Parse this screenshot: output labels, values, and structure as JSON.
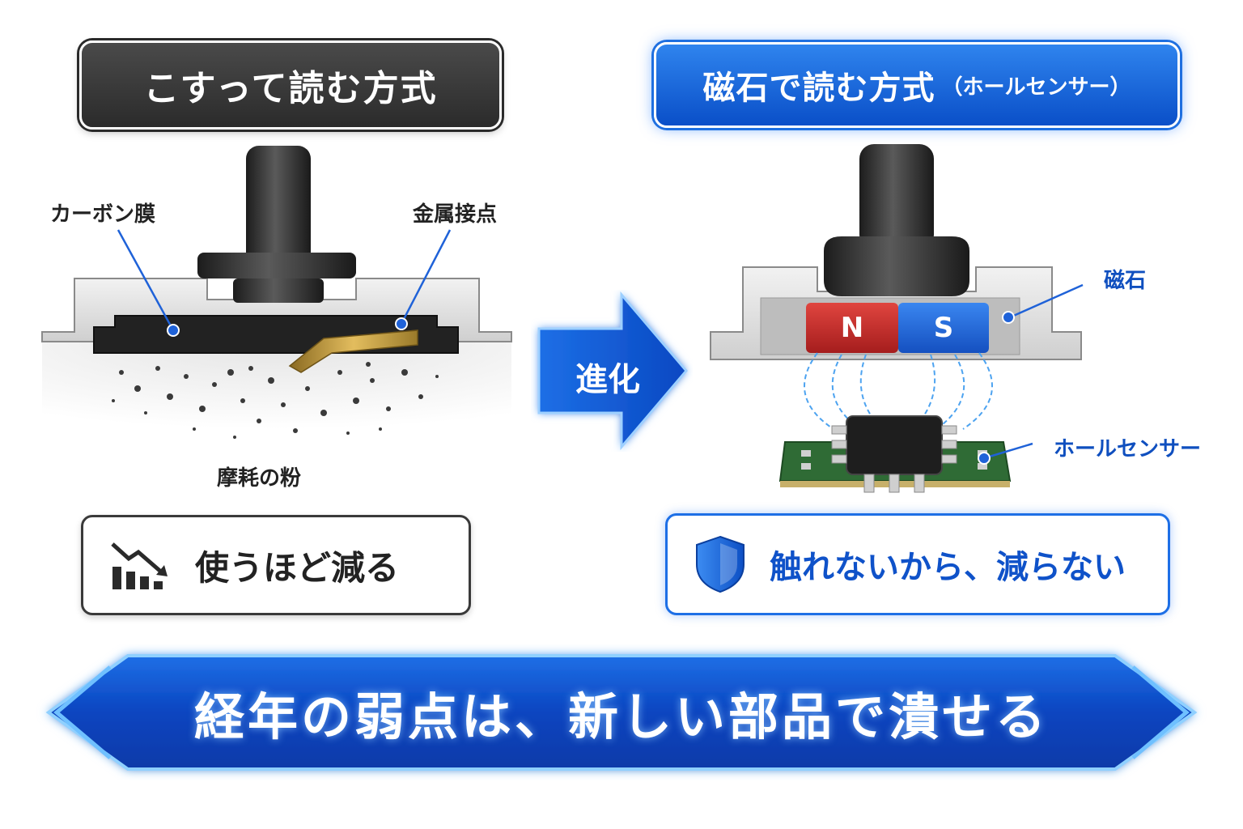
{
  "left_panel": {
    "title": "こすって読む方式",
    "labels": {
      "carbon_film": "カーボン膜",
      "metal_contact": "金属接点",
      "wear_powder": "摩耗の粉"
    },
    "result": "使うほど減る"
  },
  "arrow": {
    "label": "進化"
  },
  "right_panel": {
    "title_main": "磁石で読む方式",
    "title_sub": "（ホールセンサー）",
    "labels": {
      "magnet": "磁石",
      "hall_sensor": "ホールセンサー"
    },
    "magnet_poles": {
      "north": "N",
      "south": "S"
    },
    "result": "触れないから、減らない"
  },
  "banner": {
    "text": "経年の弱点は、新しい部品で潰せる"
  },
  "colors": {
    "accent_blue": "#0f52c9",
    "dark_gray": "#2b2b2b",
    "north_red": "#c8282a",
    "south_blue": "#1f62d8",
    "metal_gold": "#c49a3c"
  },
  "icons": {
    "left_result_icon": "declining-chart-icon",
    "right_result_icon": "shield-icon",
    "arrow_icon": "right-arrow-icon"
  }
}
